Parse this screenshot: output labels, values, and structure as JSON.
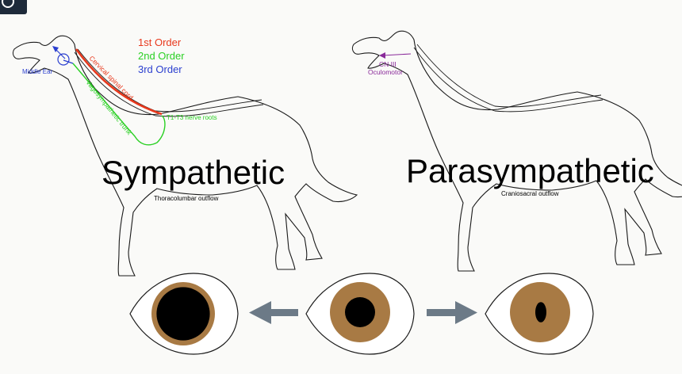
{
  "legend": {
    "first": "1st Order",
    "second": "2nd Order",
    "third": "3rd Order"
  },
  "sympathetic": {
    "title": "Sympathetic",
    "subtitle": "Thoracolumbar outflow",
    "labels": {
      "middle_ear": "Middle Ear",
      "cervical_cord": "Cervical spinal cord",
      "vagosympathetic": "Vagosympathetic trunk",
      "nerve_roots": "T1-T3 nerve roots"
    }
  },
  "parasympathetic": {
    "title": "Parasympathetic",
    "subtitle": "Craniosacral outflow",
    "labels": {
      "cn": "CN III",
      "oculomotor": "Oculomotor"
    }
  },
  "colors": {
    "first_order": "#e8381c",
    "second_order": "#2bd024",
    "third_order": "#2b3fcf",
    "parasympathetic": "#8a2a9a",
    "iris": "#a87a44",
    "pupil": "#000000",
    "arrow": "#6c7a87",
    "outline": "#1a1a1a"
  },
  "eyes": [
    {
      "name": "dilated",
      "pupil_fraction": 0.84
    },
    {
      "name": "normal",
      "pupil_fraction": 0.5
    },
    {
      "name": "constricted",
      "pupil_fraction": 0.21
    }
  ],
  "icons": {
    "corner_button": "record-icon",
    "left_arrow": "arrow-left-icon",
    "right_arrow": "arrow-right-icon"
  }
}
